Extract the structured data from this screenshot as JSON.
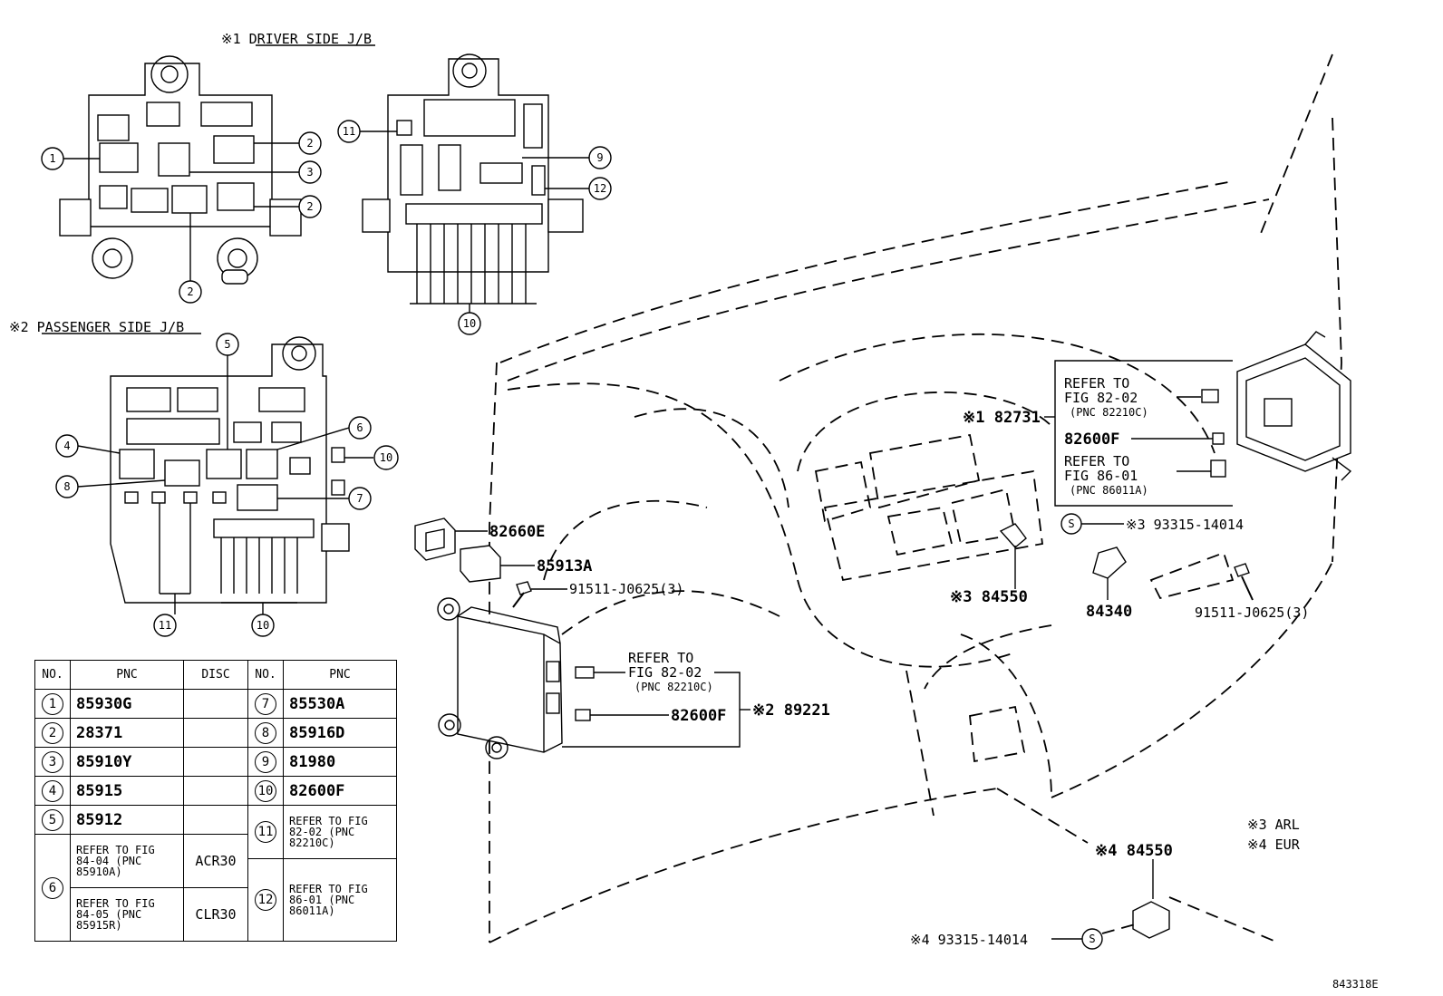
{
  "titles": {
    "driver_jb": "※1 DRIVER SIDE J/B",
    "passenger_jb": "※2 PASSENGER SIDE J/B"
  },
  "callouts": {
    "c1": "1",
    "c2": "2",
    "c3": "3",
    "c4": "4",
    "c5": "5",
    "c6": "6",
    "c7": "7",
    "c8": "8",
    "c9": "9",
    "c10": "10",
    "c11": "11",
    "c12": "12"
  },
  "labels": {
    "p82660E": "82660E",
    "p85913A": "85913A",
    "bolt_left": "91511-J0625(3)",
    "refer_82_02_a": [
      "REFER TO",
      "FIG 82-02",
      "(PNC 82210C)"
    ],
    "p82600F_left": "82600F",
    "p89221": "※2 89221",
    "p182731": "※1 82731",
    "refer_82_02_b": [
      "REFER TO",
      "FIG 82-02",
      "(PNC 82210C)"
    ],
    "p82600F_right": "82600F",
    "refer_86_01": [
      "REFER TO",
      "FIG 86-01",
      "(PNC 86011A)"
    ],
    "screw_3": "※3 93315-14014",
    "p84550_3": "※3 84550",
    "p84340": "84340",
    "bolt_right": "91511-J0625(3)",
    "p84550_4": "※4 84550",
    "screw_4": "※4 93315-14014",
    "s_mark": "S",
    "legend_arl": "※3 ARL",
    "legend_eur": "※4 EUR",
    "figure_id": "843318E"
  },
  "table": {
    "headers": [
      "NO.",
      "PNC",
      "DISC",
      "NO.",
      "PNC"
    ],
    "rows": [
      {
        "no_l": "1",
        "pnc_l": "85930G",
        "disc": "",
        "no_r": "7",
        "pnc_r": "85530A"
      },
      {
        "no_l": "2",
        "pnc_l": "28371",
        "disc": "",
        "no_r": "8",
        "pnc_r": "85916D"
      },
      {
        "no_l": "3",
        "pnc_l": "85910Y",
        "disc": "",
        "no_r": "9",
        "pnc_r": "81980"
      },
      {
        "no_l": "4",
        "pnc_l": "85915",
        "disc": "",
        "no_r": "10",
        "pnc_r": "82600F"
      },
      {
        "no_l": "5",
        "pnc_l": "85912",
        "disc": "",
        "no_r": "11",
        "pnc_r": "REFER TO FIG 82-02 (PNC 82210C)"
      }
    ],
    "row6": {
      "no": "6",
      "a_pnc": "REFER TO FIG 84-04 (PNC 85910A)",
      "a_disc": "ACR30",
      "b_pnc": "REFER TO FIG 84-05 (PNC 85915R)",
      "b_disc": "CLR30",
      "no_r": "12",
      "pnc_r": "REFER TO FIG 86-01 (PNC 86011A)"
    }
  }
}
